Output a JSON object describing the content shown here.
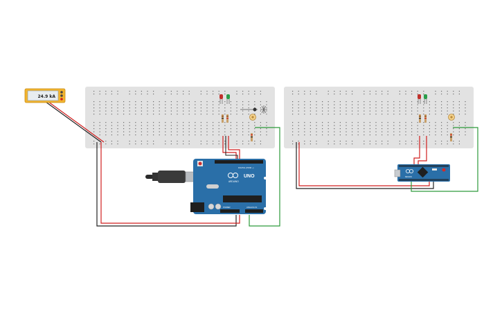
{
  "multimeter": {
    "reading": "24.9 kA"
  },
  "arduino_uno": {
    "model_label": "UNO",
    "brand_label": "ARDUINO",
    "header_top_label": "DIGITAL (PWM ~)",
    "power_label": "POWER",
    "analog_label": "ANALOG IN"
  },
  "arduino_micro": {
    "model_label": "MICRO"
  },
  "colors": {
    "breadboard": "#e2e2e2",
    "arduino_blue": "#2a6fa8",
    "wire_red": "#d01e1e",
    "wire_black": "#222222",
    "wire_green": "#2c9a3a",
    "led_red": "#c0302b",
    "led_green": "#2a9d4a",
    "meter_frame": "#f2b430"
  },
  "icons": [
    "potentiometer-icon",
    "light-sensor-icon",
    "usb-cable-icon",
    "chip-icon"
  ]
}
